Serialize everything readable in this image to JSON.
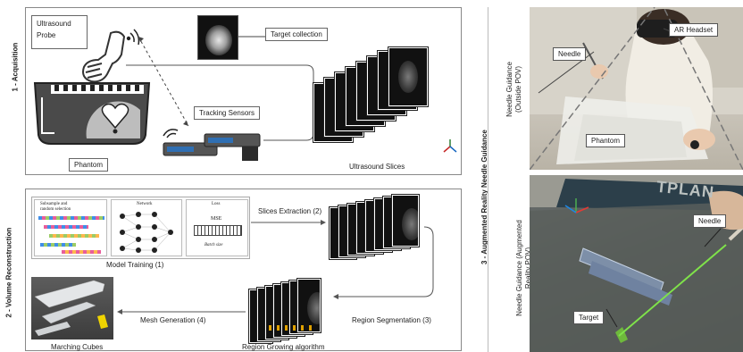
{
  "panels": {
    "acquisition": "1 - Acquisition",
    "volume": "2 - Volume Reconstruction",
    "guidance": "3 - Augmented Reality Needle Guidance"
  },
  "acquisition": {
    "probe": "Ultrasound\nProbe",
    "target_collection": "Target collection",
    "tracking_sensors": "Tracking Sensors",
    "phantom": "Phantom",
    "slices": "Ultrasound Slices"
  },
  "volume": {
    "training": "Model Training (1)",
    "extraction": "Slices Extraction (2)",
    "segmentation": "Region Segmentation (3)",
    "mesh": "Mesh Generation (4)",
    "cubes": "Marching Cubes",
    "growing": "Region Growing algorithm",
    "model_sub": "Subsample and\nrandom selection",
    "model_net": "Network",
    "model_loss": "Loss",
    "model_mse": "MSE",
    "model_batch": "Batch size"
  },
  "guidance": {
    "outside_label": "Needle Guidance\n(Outside POV)",
    "aug_label": "Needle Guidance (Augmented\nReality POV)",
    "needle_out": "Needle",
    "headset": "AR Headset",
    "phantom": "Phantom",
    "needle_aug": "Needle",
    "target": "Target",
    "sign_text": "TPLAN"
  }
}
